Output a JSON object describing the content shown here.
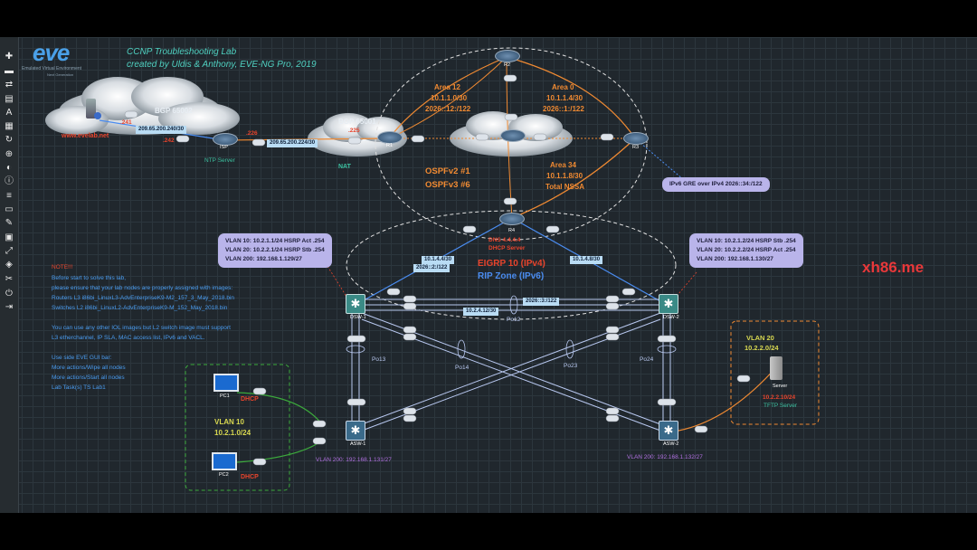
{
  "sidebar": {
    "icons": [
      "add-icon",
      "nodes-icon",
      "networks-icon",
      "startup-configs-icon",
      "text-icon",
      "pictures-icon",
      "refresh-icon",
      "zoom-icon",
      "status-icon",
      "info-icon",
      "labs-icon",
      "docs-icon",
      "chat-icon",
      "lock-icon",
      "fullscreen-icon",
      "hide-icon",
      "theme-icon",
      "power-icon",
      "logout-icon"
    ]
  },
  "logo": {
    "text": "eve",
    "tagline": "Emulated Virtual Environment",
    "sub": "Next Generation"
  },
  "lab": {
    "title": "CCNP Troubleshooting Lab",
    "credit": "created by Uldis & Anthony, EVE-NG Pro, 2019"
  },
  "labels": {
    "bgp_left": "BGP  65002",
    "bgp_mid": "BGP  65001",
    "evelab": "www.evelab.net",
    "net_209_240": "209.65.200.240/30",
    "net_209_224": "209.65.200.224/30",
    "ntp": "NTP Server",
    "nat": "NAT",
    "h241": ".241",
    "h242": ".242",
    "h226": ".226",
    "h225": ".225",
    "area12_title": "Area 12",
    "area12_net": "10.1.1.0/30",
    "area12_v6": "2026::12:/122",
    "area0_title": "Area 0",
    "area0_net": "10.1.1.4/30",
    "area0_v6": "2026::1:/122",
    "area34_title": "Area 34",
    "area34_net": "10.1.1.8/30",
    "area34_type": "Total NSSA",
    "ospfv2": "OSPFv2 #1",
    "ospfv3": "OSPFv3 #6",
    "gre": "IPv6 GRE over IPv4 2026::34:/122",
    "r4_dns": "DNS 4.4.4.4",
    "r4_dhcp": "DHCP Server",
    "eigrp": "EIGRP 10 (IPv4)",
    "rip": "RIP Zone (IPv6)",
    "net_1014": "10.1.4.4/30",
    "net_v6_2": "2026::2:/122",
    "net_1018": "10.1.4.8/30",
    "net_v6_3": "2026::3:/122",
    "net_10212": "10.2.4.12/30",
    "po12": "Po12",
    "po13": "Po13",
    "po14": "Po14",
    "po23": "Po23",
    "po24": "Po24",
    "vlan10_name": "VLAN 10",
    "vlan10_net": "10.2.1.0/24",
    "vlan20_name": "VLAN 20",
    "vlan20_net": "10.2.2.0/24",
    "server_ip": "10.2.2.10/24",
    "tftp": "TFTP Server",
    "asw1_vlan": "VLAN 200:  192.168.1.131/27",
    "asw2_vlan": "VLAN 200:  192.168.1.132/27",
    "dhcp1": "DHCP",
    "dhcp2": "DHCP",
    "watermark": "xh86.me"
  },
  "dsw1_box": [
    "VLAN 10:    10.2.1.1/24 HSRP Act .254",
    "VLAN 20:    10.2.2.1/24 HSRP Stb .254",
    "VLAN 200:  192.168.1.129/27"
  ],
  "dsw2_box": [
    "VLAN 10:    10.2.1.2/24 HSRP Stb .254",
    "VLAN 20:    10.2.2.2/24 HSRP Act .254",
    "VLAN 200:  192.168.1.130/27"
  ],
  "note": {
    "title": "NOTE!!!",
    "lines": [
      "Before start to solve this lab,",
      "please ensure that your lab nodes are properly assigned with images:",
      "Routers L3 i86bi_LinuxL3-AdvEnterpriseK9-M2_157_3_May_2018.bin",
      "Switches L2 i86bi_LinuxL2-AdvEnterpriseK9-M_152_May_2018.bin",
      "",
      "You can use any other IOL images but L2 switch image must support",
      "L3 etherchannel, IP SLA, MAC access list, IPv6  and VACL.",
      "",
      "Use side EVE GUI bar:",
      "More actions/Wipe all nodes",
      "More actions/Start all nodes",
      "Lab Task(s) TS Lab1"
    ]
  },
  "nodes": {
    "isp": "ISP",
    "r1": "R1",
    "r2": "R2",
    "r3": "R3",
    "r4": "R4",
    "dsw1": "DSW-1",
    "dsw2": "DSW-2",
    "asw1": "ASW-1",
    "asw2": "ASW-2",
    "pc1": "PC1",
    "pc2": "PC2",
    "server": "Server"
  },
  "colors": {
    "canvas": "#20272d",
    "orange": "#f08a32",
    "lavender": "#b9b4ea",
    "green": "#3caa3c",
    "blue_link": "#b8c8f0"
  }
}
